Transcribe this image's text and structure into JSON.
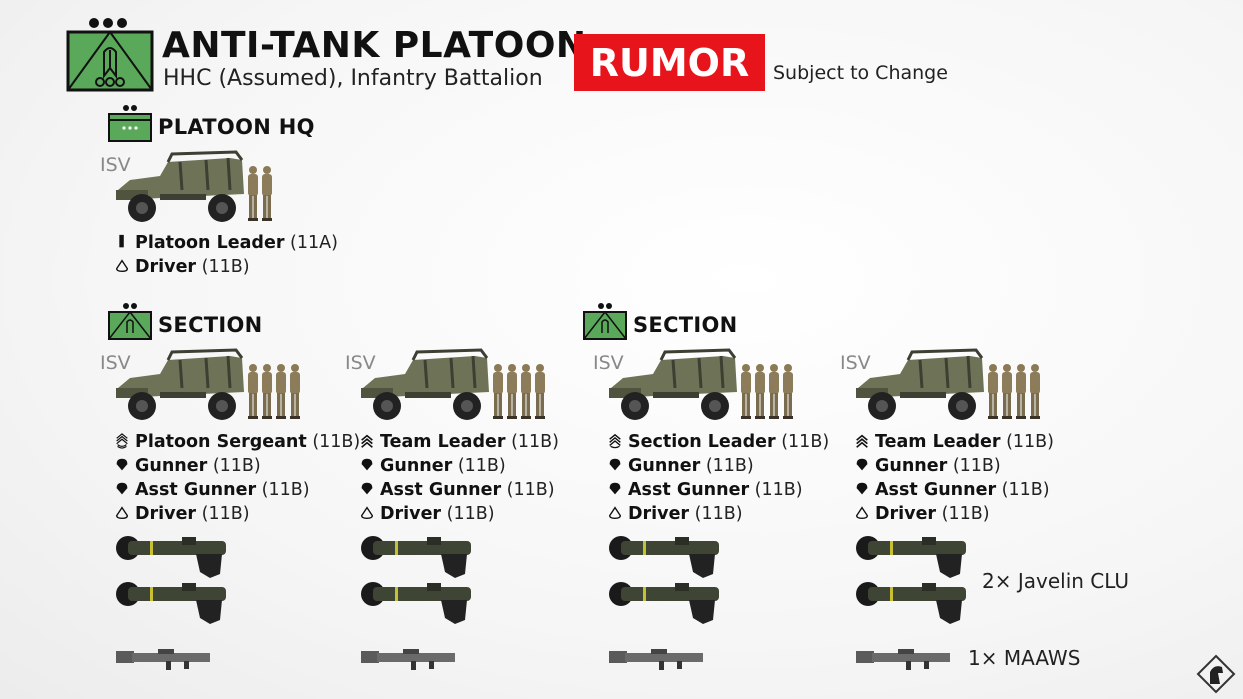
{
  "header": {
    "title": "ANTI-TANK PLATOON",
    "subtitle": "HHC (Assumed), Infantry Battalion",
    "badge": "RUMOR",
    "note": "Subject to Change"
  },
  "colors": {
    "unit_green": "#5aa85a",
    "badge_red": "#e8141b"
  },
  "platoon_hq": {
    "title": "PLATOON HQ",
    "vehicle_label": "ISV",
    "soldiers": 2,
    "members": [
      {
        "rank": "officer-bar",
        "role": "Platoon Leader",
        "mos": "(11A)"
      },
      {
        "rank": "private",
        "role": "Driver",
        "mos": "(11B)"
      }
    ]
  },
  "sections": [
    {
      "title": "SECTION",
      "teams": [
        {
          "vehicle_label": "ISV",
          "soldiers": 4,
          "members": [
            {
              "rank": "sfc",
              "role": "Platoon Sergeant",
              "mos": "(11B)"
            },
            {
              "rank": "spc",
              "role": "Gunner",
              "mos": "(11B)"
            },
            {
              "rank": "spc",
              "role": "Asst Gunner",
              "mos": "(11B)"
            },
            {
              "rank": "private",
              "role": "Driver",
              "mos": "(11B)"
            }
          ]
        },
        {
          "vehicle_label": "ISV",
          "soldiers": 4,
          "members": [
            {
              "rank": "sgt",
              "role": "Team Leader",
              "mos": "(11B)"
            },
            {
              "rank": "spc",
              "role": "Gunner",
              "mos": "(11B)"
            },
            {
              "rank": "spc",
              "role": "Asst Gunner",
              "mos": "(11B)"
            },
            {
              "rank": "private",
              "role": "Driver",
              "mos": "(11B)"
            }
          ]
        }
      ]
    },
    {
      "title": "SECTION",
      "teams": [
        {
          "vehicle_label": "ISV",
          "soldiers": 4,
          "members": [
            {
              "rank": "ssg",
              "role": "Section Leader",
              "mos": "(11B)"
            },
            {
              "rank": "spc",
              "role": "Gunner",
              "mos": "(11B)"
            },
            {
              "rank": "spc",
              "role": "Asst Gunner",
              "mos": "(11B)"
            },
            {
              "rank": "private",
              "role": "Driver",
              "mos": "(11B)"
            }
          ]
        },
        {
          "vehicle_label": "ISV",
          "soldiers": 4,
          "members": [
            {
              "rank": "sgt",
              "role": "Team Leader",
              "mos": "(11B)"
            },
            {
              "rank": "spc",
              "role": "Gunner",
              "mos": "(11B)"
            },
            {
              "rank": "spc",
              "role": "Asst Gunner",
              "mos": "(11B)"
            },
            {
              "rank": "private",
              "role": "Driver",
              "mos": "(11B)"
            }
          ]
        }
      ]
    }
  ],
  "equipment": {
    "javelin_label": "2× Javelin CLU",
    "javelin_count": 2,
    "maaws_label": "1× MAAWS",
    "maaws_count": 1
  }
}
